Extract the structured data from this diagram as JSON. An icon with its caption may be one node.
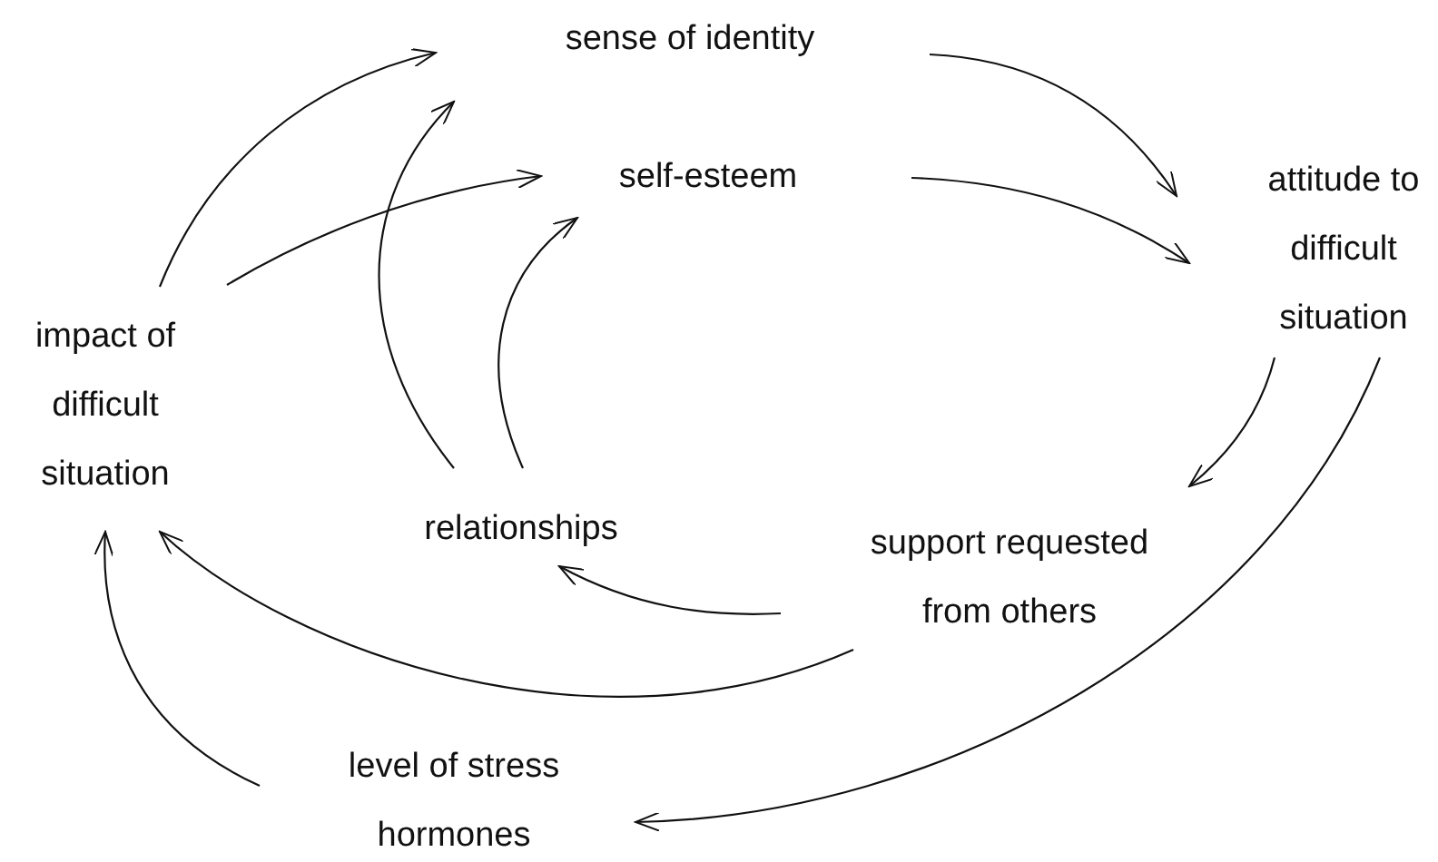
{
  "diagram": {
    "nodes": [
      {
        "text": [
          "sense of identity"
        ]
      },
      {
        "text": [
          "self-esteem"
        ]
      },
      {
        "text": [
          "attitude to difficult situation"
        ]
      },
      {
        "text": [
          "impact of difficult situation"
        ]
      },
      {
        "text": [
          "relationships"
        ]
      },
      {
        "text": [
          "support requested from others"
        ]
      },
      {
        "text": [
          "level of stress hormones"
        ]
      }
    ],
    "edges": [
      {
        "from": 3,
        "to": 0,
        "arrow": "to"
      },
      {
        "from": 3,
        "to": 1,
        "arrow": "to"
      },
      {
        "from": 0,
        "to": 2,
        "arrow": "to"
      },
      {
        "from": 1,
        "to": 2,
        "arrow": "to"
      },
      {
        "from": 2,
        "to": 5,
        "arrow": "to"
      },
      {
        "from": 2,
        "to": 6,
        "arrow": "to"
      },
      {
        "from": 5,
        "to": 4,
        "arrow": "to"
      },
      {
        "from": 5,
        "to": 3,
        "arrow": "to"
      },
      {
        "from": 4,
        "to": 0,
        "arrow": "to"
      },
      {
        "from": 4,
        "to": 1,
        "arrow": "to"
      },
      {
        "from": 6,
        "to": 3,
        "arrow": "to"
      }
    ]
  }
}
